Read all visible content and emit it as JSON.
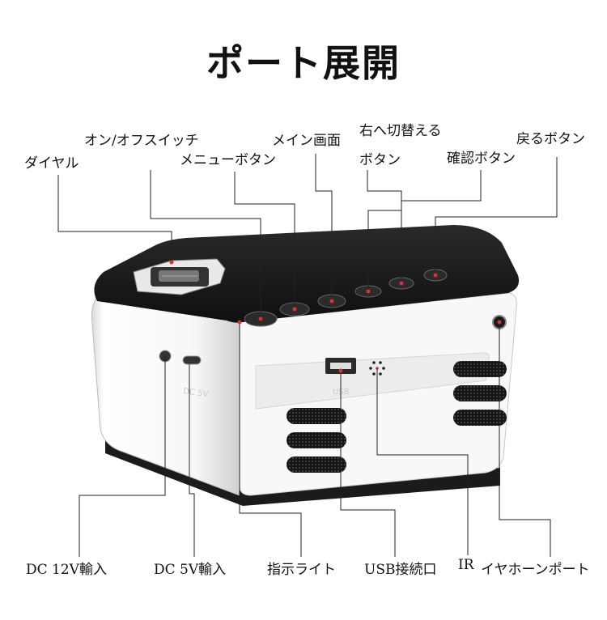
{
  "title": "ポート展開",
  "top_labels": {
    "dial": "ダイヤル",
    "power_switch": "オン/オフスイッチ",
    "menu_button": "メニューボタン",
    "main_screen": "メイン画面",
    "switch_right_line1": "右へ切替える",
    "switch_right_line2": "ボタン",
    "confirm_button": "確認ボタン",
    "back_button": "戻るボタン"
  },
  "bottom_labels": {
    "dc12v": "DC 12V輸入",
    "dc5v": "DC  5V輸入",
    "indicator": "指示ライト",
    "usb": "USB接続口",
    "ir": "IR",
    "earphone": "イヤホーンポート"
  },
  "device_marks": {
    "usb_print": "USB",
    "dc_print": "DC 5V"
  },
  "colors": {
    "body_white": "#f4f4f4",
    "top_black": "#1a1a1a",
    "line": "#222222",
    "dot_red": "#d33333"
  }
}
